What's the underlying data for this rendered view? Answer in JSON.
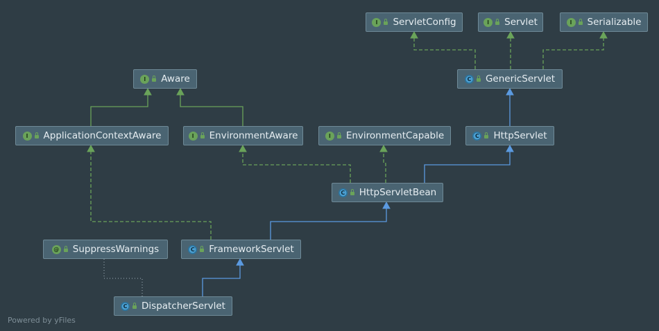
{
  "footer": "Powered by yFiles",
  "colors": {
    "background": "#2f3d45",
    "node_fill": "#4a6472",
    "node_border": "#6f8a97",
    "interface_edge": "#6aa35a",
    "class_edge": "#5b9ae0",
    "annotation_edge": "#8a9aa3"
  },
  "nodes": [
    {
      "id": "servlet_config",
      "label": "ServletConfig",
      "kind": "interface",
      "badge": "I",
      "icon": "interface-icon"
    },
    {
      "id": "servlet",
      "label": "Servlet",
      "kind": "interface",
      "badge": "I",
      "icon": "interface-icon"
    },
    {
      "id": "serializable",
      "label": "Serializable",
      "kind": "interface",
      "badge": "I",
      "icon": "interface-icon"
    },
    {
      "id": "generic_servlet",
      "label": "GenericServlet",
      "kind": "class",
      "badge": "C",
      "icon": "abstract-class-icon"
    },
    {
      "id": "aware",
      "label": "Aware",
      "kind": "interface",
      "badge": "I",
      "icon": "interface-icon"
    },
    {
      "id": "application_context_aware",
      "label": "ApplicationContextAware",
      "kind": "interface",
      "badge": "I",
      "icon": "interface-icon"
    },
    {
      "id": "environment_aware",
      "label": "EnvironmentAware",
      "kind": "interface",
      "badge": "I",
      "icon": "interface-icon"
    },
    {
      "id": "environment_capable",
      "label": "EnvironmentCapable",
      "kind": "interface",
      "badge": "I",
      "icon": "interface-icon"
    },
    {
      "id": "http_servlet",
      "label": "HttpServlet",
      "kind": "class",
      "badge": "C",
      "icon": "abstract-class-icon"
    },
    {
      "id": "http_servlet_bean",
      "label": "HttpServletBean",
      "kind": "class",
      "badge": "C",
      "icon": "abstract-class-icon"
    },
    {
      "id": "suppress_warnings",
      "label": "SuppressWarnings",
      "kind": "annotation",
      "badge": "@",
      "icon": "annotation-icon"
    },
    {
      "id": "framework_servlet",
      "label": "FrameworkServlet",
      "kind": "class",
      "badge": "C",
      "icon": "abstract-class-icon"
    },
    {
      "id": "dispatcher_servlet",
      "label": "DispatcherServlet",
      "kind": "class",
      "badge": "C",
      "icon": "class-icon"
    }
  ],
  "edges": [
    {
      "from": "generic_servlet",
      "to": "servlet_config",
      "type": "implements"
    },
    {
      "from": "generic_servlet",
      "to": "servlet",
      "type": "implements"
    },
    {
      "from": "generic_servlet",
      "to": "serializable",
      "type": "implements"
    },
    {
      "from": "http_servlet",
      "to": "generic_servlet",
      "type": "extends"
    },
    {
      "from": "application_context_aware",
      "to": "aware",
      "type": "interface-extends"
    },
    {
      "from": "environment_aware",
      "to": "aware",
      "type": "interface-extends"
    },
    {
      "from": "http_servlet_bean",
      "to": "environment_aware",
      "type": "implements"
    },
    {
      "from": "http_servlet_bean",
      "to": "environment_capable",
      "type": "implements"
    },
    {
      "from": "http_servlet_bean",
      "to": "http_servlet",
      "type": "extends"
    },
    {
      "from": "framework_servlet",
      "to": "http_servlet_bean",
      "type": "extends"
    },
    {
      "from": "framework_servlet",
      "to": "application_context_aware",
      "type": "implements"
    },
    {
      "from": "dispatcher_servlet",
      "to": "framework_servlet",
      "type": "extends"
    },
    {
      "from": "dispatcher_servlet",
      "to": "suppress_warnings",
      "type": "annotated"
    }
  ]
}
